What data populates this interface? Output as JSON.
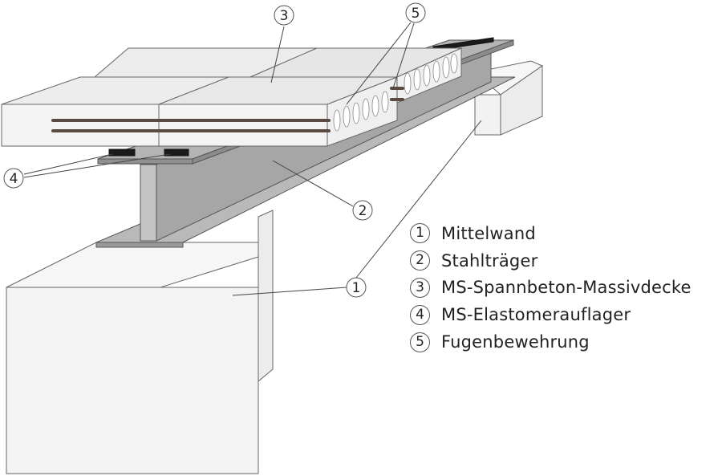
{
  "callouts": [
    {
      "number": "1",
      "target": "Mittelwand"
    },
    {
      "number": "2",
      "target": "Stahlträger"
    },
    {
      "number": "3",
      "target": "MS-Spannbeton-Massivdecke"
    },
    {
      "number": "4",
      "target": "MS-Elastomerauflager"
    },
    {
      "number": "5",
      "target": "Fugenbewehrung"
    }
  ],
  "legend": {
    "items": [
      {
        "number": "1",
        "label": "Mittelwand"
      },
      {
        "number": "2",
        "label": "Stahlträger"
      },
      {
        "number": "3",
        "label": "MS-Spannbeton-Massivdecke"
      },
      {
        "number": "4",
        "label": "MS-Elastomerauflager"
      },
      {
        "number": "5",
        "label": "Fugenbewehrung"
      }
    ]
  },
  "colors": {
    "steel": "#a8a8a8",
    "steel_dark": "#8f8f8f",
    "concrete": "#f2f2f2",
    "slab_top": "#e9e9e9",
    "elastomer": "#1a1a1a",
    "rebar": "#5a4a44"
  }
}
